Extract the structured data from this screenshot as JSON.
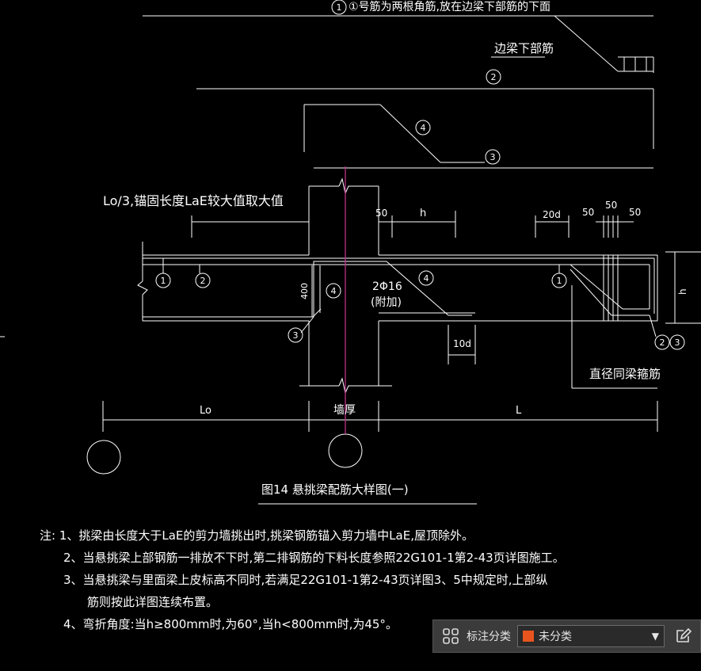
{
  "labels": {
    "top_note": "①号筋为两根角筋,放在边梁下部筋的下面",
    "edge_beam_bottom": "边梁下部筋",
    "anchor_note": "Lo/3,锚固长度LaE较大值取大值",
    "dim_50_a": "50",
    "dim_h_top": "h",
    "dim_20d": "20d",
    "dim_50_b": "50",
    "dim_50_c": "50",
    "dim_50_d": "50",
    "dim_400": "400",
    "rebar_2phi16": "2Φ16",
    "rebar_added": "(附加)",
    "dim_10d": "10d",
    "dim_h_side": "h",
    "stirrup_note": "直径同梁箍筋",
    "dim_Lo": "Lo",
    "dim_wall": "墙厚",
    "dim_L": "L",
    "figure_title": "图14  悬挑梁配筋大样图(一)"
  },
  "circles": {
    "c1": "1",
    "c2": "2",
    "c3": "3",
    "c4": "4"
  },
  "notes": [
    "注: 1、挑梁由长度大于LaE的剪力墙挑出时,挑梁钢筋锚入剪力墙中LaE,屋顶除外。",
    "2、当悬挑梁上部钢筋一排放不下时,第二排钢筋的下料长度参照22G101-1第2-43页详图施工。",
    "3、当悬挑梁与里面梁上皮标高不同时,若满足22G101-1第2-43页详图3、5中规定时,上部纵",
    "筋则按此详图连续布置。",
    "4、弯折角度:当h≥800mm时,为60°,当h<800mm时,为45°。"
  ],
  "toolbar": {
    "grid_icon": "grid-icon",
    "label": "标注分类",
    "select_value": "未分类",
    "swatch_color": "#e8541e",
    "edit_icon": "edit-icon"
  }
}
